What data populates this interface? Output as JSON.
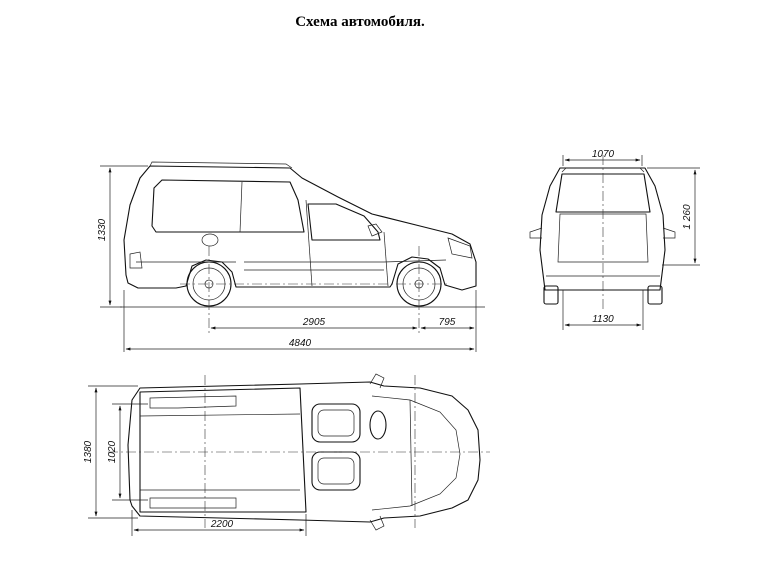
{
  "title": "Схема автомобиля.",
  "dimensions": {
    "height": "1330",
    "wheelbase": "2905",
    "rear_overhang": "795",
    "overall_length": "4840",
    "roof_width": "1070",
    "rear_height": "1 260",
    "rear_track": "1130",
    "cargo_width": "1380",
    "cargo_width_inner": "1020",
    "cargo_length": "2200"
  }
}
